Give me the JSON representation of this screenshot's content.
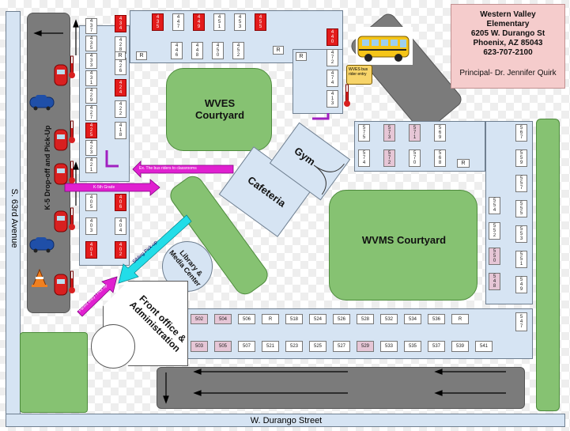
{
  "info": {
    "school_name": "Western Valley Elementary",
    "street": "6205 W. Durango St",
    "city": "Phoenix, AZ 85043",
    "phone": "623-707-2100",
    "principal": "Principal- Dr. Jennifer Quirk",
    "bg_color": "#f5cccc"
  },
  "labels": {
    "wves_courtyard": "WVES Courtyard",
    "wvms_courtyard": "WVMS Courtyard",
    "cafeteria": "Cafeteria",
    "gym": "Gym",
    "library": "Library & Media Center",
    "front_office": "Front office & Administration",
    "south_63rd": "S. 63rd Avenue",
    "durango": "W. Durango Street",
    "k5_dropoff": "K-5 Drop-off and Pick-Up",
    "bus_note": "WVES bus rider entry",
    "arrow_bus_riders": "Ex. The bus riders to classrooms",
    "arrow_pink_1": "K-5th Grade",
    "arrow_pink_2": "Parent entry / Pick-up",
    "arrow_cyan": "Sibling Pick-up",
    "r": "R"
  },
  "rooms": {
    "top_row": [
      {
        "n": "4\n3\n5",
        "c": "red"
      },
      {
        "n": "4\n4\n7",
        "c": "white"
      },
      {
        "n": "4\n4\n9",
        "c": "red"
      },
      {
        "n": "4\n5\n1",
        "c": "white"
      },
      {
        "n": "4\n5\n3",
        "c": "white"
      },
      {
        "n": "4\n5\n5",
        "c": "red"
      }
    ],
    "top_row2": [
      {
        "n": "4\n4\n6",
        "c": "white"
      },
      {
        "n": "4\n4\n8",
        "c": "white"
      },
      {
        "n": "4\n5\n0",
        "c": "white"
      },
      {
        "n": "4\n5\n2",
        "c": "white"
      }
    ],
    "left_col": [
      {
        "n": "4\n3\n7",
        "c": "white"
      },
      {
        "n": "4\n3\n5",
        "c": "white"
      },
      {
        "n": "4\n3\n3",
        "c": "white"
      },
      {
        "n": "4\n3\n1",
        "c": "white"
      },
      {
        "n": "4\n2\n9",
        "c": "white"
      },
      {
        "n": "4\n2\n7",
        "c": "white"
      },
      {
        "n": "4\n2\n5",
        "c": "red"
      },
      {
        "n": "4\n2\n3",
        "c": "white"
      },
      {
        "n": "4\n2\n1",
        "c": "white"
      }
    ],
    "left_col2": [
      {
        "n": "4\n3\n4",
        "c": "red"
      },
      {
        "n": "4\n2\n8",
        "c": "white"
      },
      {
        "n": "4\n2\n6",
        "c": "white"
      },
      {
        "n": "4\n2\n4",
        "c": "red"
      },
      {
        "n": "4\n2\n2",
        "c": "white"
      },
      {
        "n": "4\n1\n8",
        "c": "white"
      }
    ],
    "lower_left": [
      {
        "n": "4\n0\n5",
        "c": "white"
      },
      {
        "n": "4\n0\n3",
        "c": "white"
      },
      {
        "n": "4\n0\n1",
        "c": "red"
      }
    ],
    "lower_left2": [
      {
        "n": "4\n0\n6",
        "c": "red"
      },
      {
        "n": "4\n0\n4",
        "c": "white"
      },
      {
        "n": "4\n0\n2",
        "c": "red"
      }
    ],
    "mid_right": [
      {
        "n": "4\n4\n0",
        "c": "red"
      },
      {
        "n": "4\n7\n2",
        "c": "white"
      },
      {
        "n": "4\n7\n4",
        "c": "white"
      },
      {
        "n": "4\n1\n3",
        "c": "white"
      }
    ],
    "ms_top1": [
      {
        "n": "5\n7\n5",
        "c": "white"
      },
      {
        "n": "5\n7\n3",
        "c": "pink"
      },
      {
        "n": "5\n7\n1",
        "c": "pink"
      },
      {
        "n": "5\n6\n9",
        "c": "white"
      }
    ],
    "ms_top2": [
      {
        "n": "5\n7\n4",
        "c": "white"
      },
      {
        "n": "5\n7\n2",
        "c": "pink"
      },
      {
        "n": "5\n7\n0",
        "c": "white"
      },
      {
        "n": "5\n6\n8",
        "c": "white"
      }
    ],
    "ms_right1": [
      {
        "n": "5\n6\n7",
        "c": "white"
      },
      {
        "n": "5\n5\n9",
        "c": "white"
      },
      {
        "n": "5\n5\n7",
        "c": "white"
      },
      {
        "n": "5\n5\n5",
        "c": "white"
      },
      {
        "n": "5\n5\n3",
        "c": "white"
      },
      {
        "n": "5\n5\n1",
        "c": "white"
      },
      {
        "n": "5\n4\n9",
        "c": "white"
      }
    ],
    "ms_right2": [
      {
        "n": "5\n5\n4",
        "c": "white"
      },
      {
        "n": "5\n5\n2",
        "c": "white"
      },
      {
        "n": "5\n5\n0",
        "c": "pink"
      },
      {
        "n": "5\n4\n8",
        "c": "pink"
      }
    ],
    "bottom_top": [
      {
        "n": "502",
        "c": "pink"
      },
      {
        "n": "504",
        "c": "pink"
      },
      {
        "n": "506",
        "c": "white"
      },
      {
        "n": "R",
        "c": "white"
      },
      {
        "n": "518",
        "c": "white"
      },
      {
        "n": "524",
        "c": "white"
      },
      {
        "n": "526",
        "c": "white"
      },
      {
        "n": "528",
        "c": "white"
      },
      {
        "n": "532",
        "c": "white"
      },
      {
        "n": "534",
        "c": "white"
      },
      {
        "n": "536",
        "c": "white"
      },
      {
        "n": "R",
        "c": "white"
      }
    ],
    "bottom_bot": [
      {
        "n": "503",
        "c": "pink"
      },
      {
        "n": "505",
        "c": "pink"
      },
      {
        "n": "507",
        "c": "white"
      },
      {
        "n": "521",
        "c": "white"
      },
      {
        "n": "523",
        "c": "white"
      },
      {
        "n": "525",
        "c": "white"
      },
      {
        "n": "527",
        "c": "white"
      },
      {
        "n": "529",
        "c": "pink"
      },
      {
        "n": "533",
        "c": "white"
      },
      {
        "n": "535",
        "c": "white"
      },
      {
        "n": "537",
        "c": "white"
      },
      {
        "n": "539",
        "c": "white"
      },
      {
        "n": "541",
        "c": "white"
      }
    ],
    "br_col": [
      {
        "n": "5\n4\n7",
        "c": "white"
      }
    ]
  },
  "colors": {
    "building": "#d6e4f3",
    "courtyard": "#86c272",
    "road": "#7b7b7b",
    "red_room": "#e31b1b",
    "pink_room": "#e6c6d6",
    "magenta_arrow": "#e020d0",
    "purple_arrow": "#a020c0",
    "cyan_arrow": "#22dde8"
  },
  "icons": {
    "car_red": "car-icon",
    "car_blue": "car-icon",
    "bus": "school-bus-icon",
    "cone": "traffic-cone-icon",
    "thermo": "thermometer-icon"
  }
}
